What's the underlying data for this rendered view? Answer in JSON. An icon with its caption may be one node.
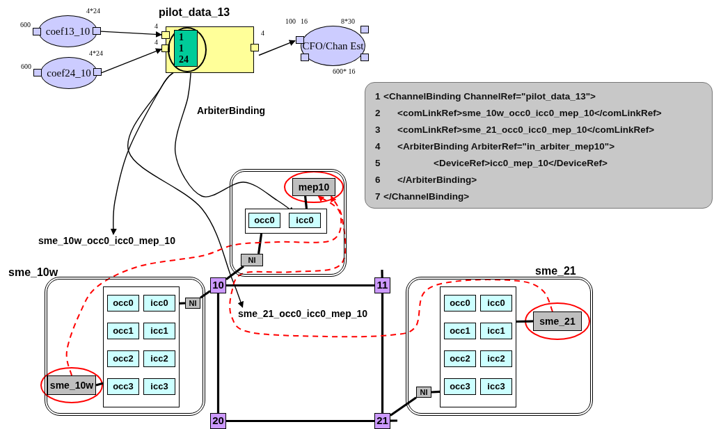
{
  "diagram": {
    "nodes": [
      {
        "text": [
          "coef13_10"
        ],
        "beside": [
          "600",
          "4*24"
        ]
      },
      {
        "text": [
          "coef24_10"
        ],
        "beside": [
          "600",
          "4*24"
        ]
      },
      {
        "text": [
          "pilot_data_13"
        ],
        "beside": [
          "4",
          "4",
          "4"
        ]
      },
      {
        "text": [
          "1",
          "1",
          "24"
        ],
        "in": 5
      },
      {
        "text": [
          "CFO/Chan Est"
        ],
        "beside": [
          "100",
          "16",
          "8*30",
          "600* 16"
        ]
      },
      {
        "text": [],
        "shape": "ellipse",
        "in": 2
      },
      {
        "text": [
          "1 <ChannelBinding ChannelRef=\"pilot_data_13\">",
          "2 <comLinkRef>sme_10w_occ0_icc0_mep_10</comLinkRef>",
          "3 <comLinkRef>sme_21_occ0_icc0_mep_10</comLinkRef>",
          "4 <ArbiterBinding ArbiterRef=\"in_arbiter_mep10\">",
          "5 <DeviceRef>icc0_mep_10</DeviceRef>",
          "6 </ArbiterBinding>",
          "7 </ChannelBinding>"
        ]
      },
      {
        "text": [],
        "shape": "box"
      },
      {
        "text": [],
        "shape": "box",
        "in": 7
      },
      {
        "text": [
          "occ0"
        ],
        "in": 8
      },
      {
        "text": [
          "icc0"
        ],
        "in": 8
      },
      {
        "text": [
          "mep10"
        ],
        "in": 7
      },
      {
        "text": [
          "NI"
        ],
        "in": 7
      },
      {
        "text": [
          "10"
        ]
      },
      {
        "text": [
          "11"
        ]
      },
      {
        "text": [
          "sme_10w"
        ]
      },
      {
        "text": [],
        "shape": "box",
        "in": 15
      },
      {
        "text": [
          "occ0"
        ],
        "in": 16
      },
      {
        "text": [
          "icc0"
        ],
        "in": 16
      },
      {
        "text": [
          "occ1"
        ],
        "in": 16
      },
      {
        "text": [
          "icc1"
        ],
        "in": 16
      },
      {
        "text": [
          "occ2"
        ],
        "in": 16
      },
      {
        "text": [
          "icc2"
        ],
        "in": 16
      },
      {
        "text": [
          "occ3"
        ],
        "in": 16
      },
      {
        "text": [
          "icc3"
        ],
        "in": 16
      },
      {
        "text": [
          "sme_10w"
        ],
        "in": 15
      },
      {
        "text": [
          "NI"
        ],
        "in": 15
      },
      {
        "text": [
          "sme_21"
        ]
      },
      {
        "text": [],
        "shape": "box",
        "in": 27
      },
      {
        "text": [
          "occ0"
        ],
        "in": 28
      },
      {
        "text": [
          "icc0"
        ],
        "in": 28
      },
      {
        "text": [
          "occ1"
        ],
        "in": 28
      },
      {
        "text": [
          "icc1"
        ],
        "in": 28
      },
      {
        "text": [
          "occ2"
        ],
        "in": 28
      },
      {
        "text": [
          "icc2"
        ],
        "in": 28
      },
      {
        "text": [
          "occ3"
        ],
        "in": 28
      },
      {
        "text": [
          "icc3"
        ],
        "in": 28
      },
      {
        "text": [
          "sme_21"
        ],
        "in": 27
      },
      {
        "text": [
          "NI"
        ],
        "in": 27
      },
      {
        "text": [
          "20"
        ]
      },
      {
        "text": [
          "21"
        ]
      },
      {
        "text": [
          "sme_10w_occ0_icc0_mep_10"
        ]
      },
      {
        "text": [
          "sme_21_occ0_icc0_mep_10"
        ]
      }
    ],
    "edges": [
      {
        "from": 0,
        "to": 2,
        "arrow": "to"
      },
      {
        "from": 1,
        "to": 2,
        "arrow": "to"
      },
      {
        "from": 2,
        "to": 4,
        "arrow": "to"
      },
      {
        "from": 5,
        "to": 41,
        "arrow": "to"
      },
      {
        "from": 5,
        "to": 42,
        "arrow": "to"
      },
      {
        "from": 5,
        "to": 10,
        "arrow": "to",
        "label": "ArbiterBinding"
      },
      {
        "from": 12,
        "to": 13,
        "arrow": "none"
      },
      {
        "from": 12,
        "to": 8,
        "arrow": "none"
      },
      {
        "from": 8,
        "to": 11,
        "arrow": "none"
      },
      {
        "from": 13,
        "to": 14,
        "arrow": "none"
      },
      {
        "from": 13,
        "to": 39,
        "arrow": "none"
      },
      {
        "from": 14,
        "to": 40,
        "arrow": "none"
      },
      {
        "from": 39,
        "to": 40,
        "arrow": "none"
      },
      {
        "from": 40,
        "to": null,
        "arrow": "none"
      },
      {
        "from": 14,
        "to": null,
        "arrow": "none"
      },
      {
        "from": 26,
        "to": 13,
        "arrow": "none"
      },
      {
        "from": 26,
        "to": 16,
        "arrow": "none"
      },
      {
        "from": 16,
        "to": 25,
        "arrow": "none"
      },
      {
        "from": 38,
        "to": 40,
        "arrow": "none"
      },
      {
        "from": 38,
        "to": 28,
        "arrow": "none"
      },
      {
        "from": 28,
        "to": 37,
        "arrow": "none"
      },
      {
        "from": 25,
        "to": 11,
        "arrow": "to",
        "style": "dashed",
        "color": "#ff0000"
      },
      {
        "from": 37,
        "to": 11,
        "arrow": "to",
        "style": "dashed",
        "color": "#ff0000"
      }
    ]
  }
}
